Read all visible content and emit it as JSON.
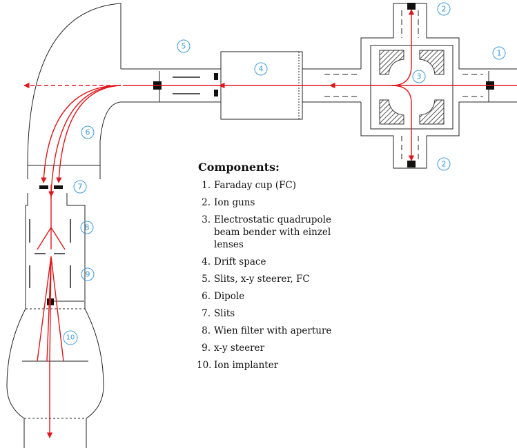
{
  "title": "Components:",
  "components": [
    {
      "num": "1.",
      "text": "Faraday cup (FC)"
    },
    {
      "num": "2.",
      "text": "Ion guns"
    },
    {
      "num": "3.",
      "text": "Electrostatic quadrupole beam bender with einzel lenses"
    },
    {
      "num": "4.",
      "text": "Drift space"
    },
    {
      "num": "5.",
      "text": "Slits, x-y steerer, FC"
    },
    {
      "num": "6.",
      "text": "Dipole"
    },
    {
      "num": "7.",
      "text": "Slits"
    },
    {
      "num": "8.",
      "text": "Wien filter with aperture"
    },
    {
      "num": "9.",
      "text": "x-y steerer"
    },
    {
      "num": "10.",
      "text": "Ion implanter"
    }
  ],
  "tags": [
    "1",
    "2",
    "2",
    "3",
    "4",
    "5",
    "6",
    "7",
    "8",
    "9",
    "10"
  ],
  "colors": {
    "beam": "#e0161b",
    "tag": "#3a9ad9",
    "outline": "#222222",
    "hatch": "#555555"
  }
}
